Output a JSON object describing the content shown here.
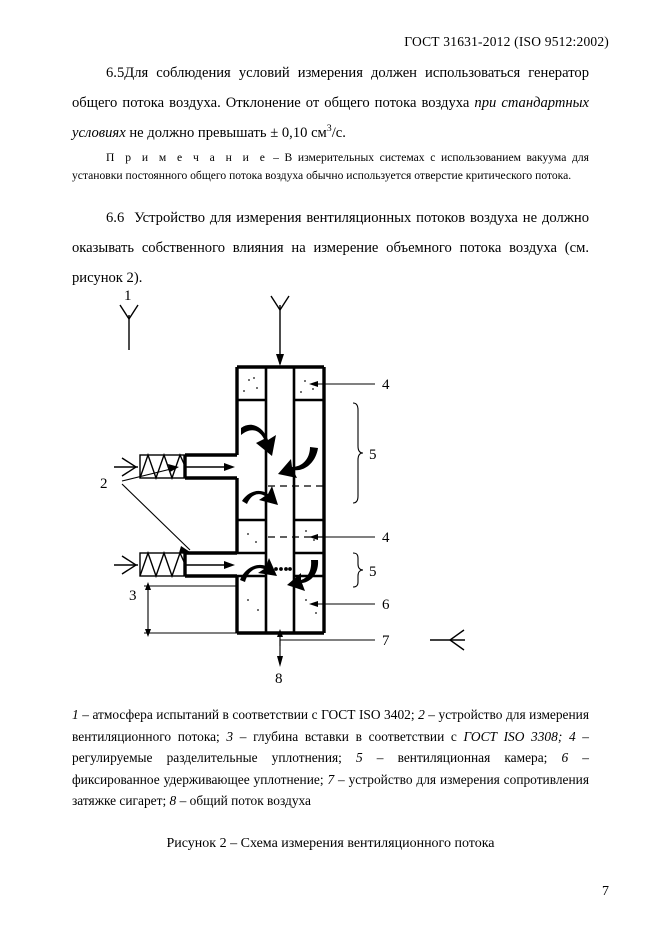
{
  "header": {
    "standard_ref": "ГОСТ  31631-2012  (ISO 9512:2002)"
  },
  "paragraphs": {
    "p65_number": "6.5",
    "p65_part1": "Для соблюдения условий измерения должен использоваться генератор общего потока воздуха. Отклонение от общего потока воздуха ",
    "p65_italic": "при стандартных условиях",
    "p65_part2": " не должно превышать ± 0,10 см",
    "p65_sup": "3",
    "p65_part3": "/с.",
    "note_label": "П р и м е ч а н и е",
    "note_text": " – В измерительных системах с использованием вакуума для установки постоянного общего потока воздуха обычно используется отверстие критического потока.",
    "p66_number": "6.6",
    "p66_text": "Устройство для  измерения вентиляционных потоков воздуха не должно оказывать  собственного влияния на измерение объемного потока воздуха (см. рисунок 2)."
  },
  "figure": {
    "callouts": {
      "one": "1",
      "two": "2",
      "three": "3",
      "four_top": "4",
      "four_mid": "4",
      "five_top": "5",
      "five_bottom": "5",
      "six": "6",
      "seven": "7",
      "eight": "8"
    },
    "legend_items": [
      {
        "num": "1",
        "text": " – атмосфера испытаний в соответствии с ГОСТ ISO 3402;  "
      },
      {
        "num": "2",
        "text": " – устройство для измерения вентиляционного потока; "
      },
      {
        "num": "3",
        "text": " – глубина вставки в соответствии с "
      },
      {
        "num": "4",
        "text": " – регулируемые разделительные уплотнения; "
      },
      {
        "num": "5",
        "text": " – вентиляционная камера; "
      },
      {
        "num": "6",
        "text": " – фиксированное удерживающее уплотнение;  "
      },
      {
        "num": "7",
        "text": " – устройство для измерения сопротивления затяжке сигарет; "
      },
      {
        "num": "8",
        "text": " – общий поток воздуха"
      }
    ],
    "legend_gost_italic": "ГОСТ   ISO  3308;",
    "caption": "Рисунок 2 – Схема измерения вентиляционного потока"
  },
  "page_number": "7"
}
